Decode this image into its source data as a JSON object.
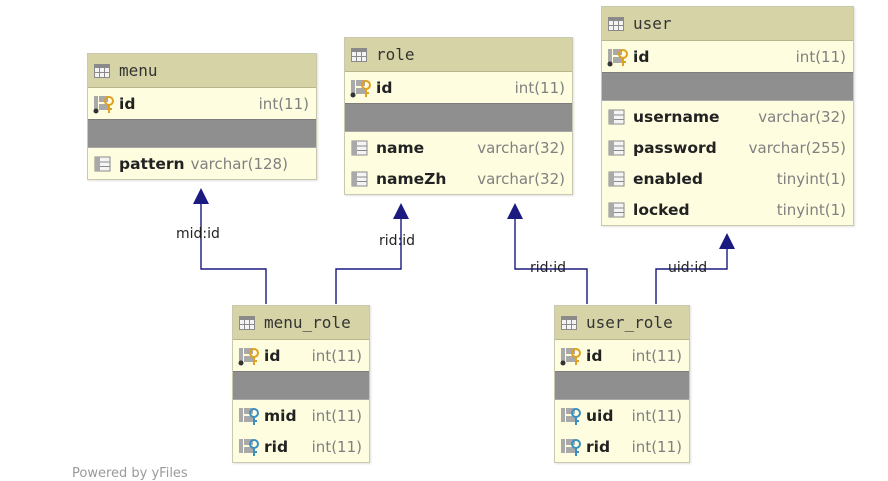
{
  "tables": {
    "menu": {
      "name": "menu",
      "columns": [
        {
          "name": "id",
          "type": "int(11)",
          "icon": "primary-key-icon"
        },
        {
          "name": "pattern",
          "type": "varchar(128)",
          "icon": "column-icon"
        }
      ]
    },
    "role": {
      "name": "role",
      "columns": [
        {
          "name": "id",
          "type": "int(11)",
          "icon": "primary-key-icon"
        },
        {
          "name": "name",
          "type": "varchar(32)",
          "icon": "column-icon"
        },
        {
          "name": "nameZh",
          "type": "varchar(32)",
          "icon": "column-icon"
        }
      ]
    },
    "user": {
      "name": "user",
      "columns": [
        {
          "name": "id",
          "type": "int(11)",
          "icon": "primary-key-icon"
        },
        {
          "name": "username",
          "type": "varchar(32)",
          "icon": "column-icon"
        },
        {
          "name": "password",
          "type": "varchar(255)",
          "icon": "column-icon"
        },
        {
          "name": "enabled",
          "type": "tinyint(1)",
          "icon": "column-icon"
        },
        {
          "name": "locked",
          "type": "tinyint(1)",
          "icon": "column-icon"
        }
      ]
    },
    "menu_role": {
      "name": "menu_role",
      "columns": [
        {
          "name": "id",
          "type": "int(11)",
          "icon": "primary-key-icon"
        },
        {
          "name": "mid",
          "type": "int(11)",
          "icon": "foreign-key-icon"
        },
        {
          "name": "rid",
          "type": "int(11)",
          "icon": "foreign-key-icon"
        }
      ]
    },
    "user_role": {
      "name": "user_role",
      "columns": [
        {
          "name": "id",
          "type": "int(11)",
          "icon": "primary-key-icon"
        },
        {
          "name": "uid",
          "type": "int(11)",
          "icon": "foreign-key-icon"
        },
        {
          "name": "rid",
          "type": "int(11)",
          "icon": "foreign-key-icon"
        }
      ]
    }
  },
  "relations": [
    {
      "label": "mid:id",
      "from": "menu_role",
      "to": "menu"
    },
    {
      "label": "rid:id",
      "from": "menu_role",
      "to": "role"
    },
    {
      "label": "rid:id",
      "from": "user_role",
      "to": "role"
    },
    {
      "label": "uid:id",
      "from": "user_role",
      "to": "user"
    }
  ],
  "colors": {
    "edge": "#1a1a80",
    "header": "#d6d4a6",
    "body": "#fefde0",
    "separator": "#8f8f8f",
    "key_gold": "#e0a020",
    "fk_blue": "#3a90c0"
  },
  "footer": "Powered by yFiles"
}
